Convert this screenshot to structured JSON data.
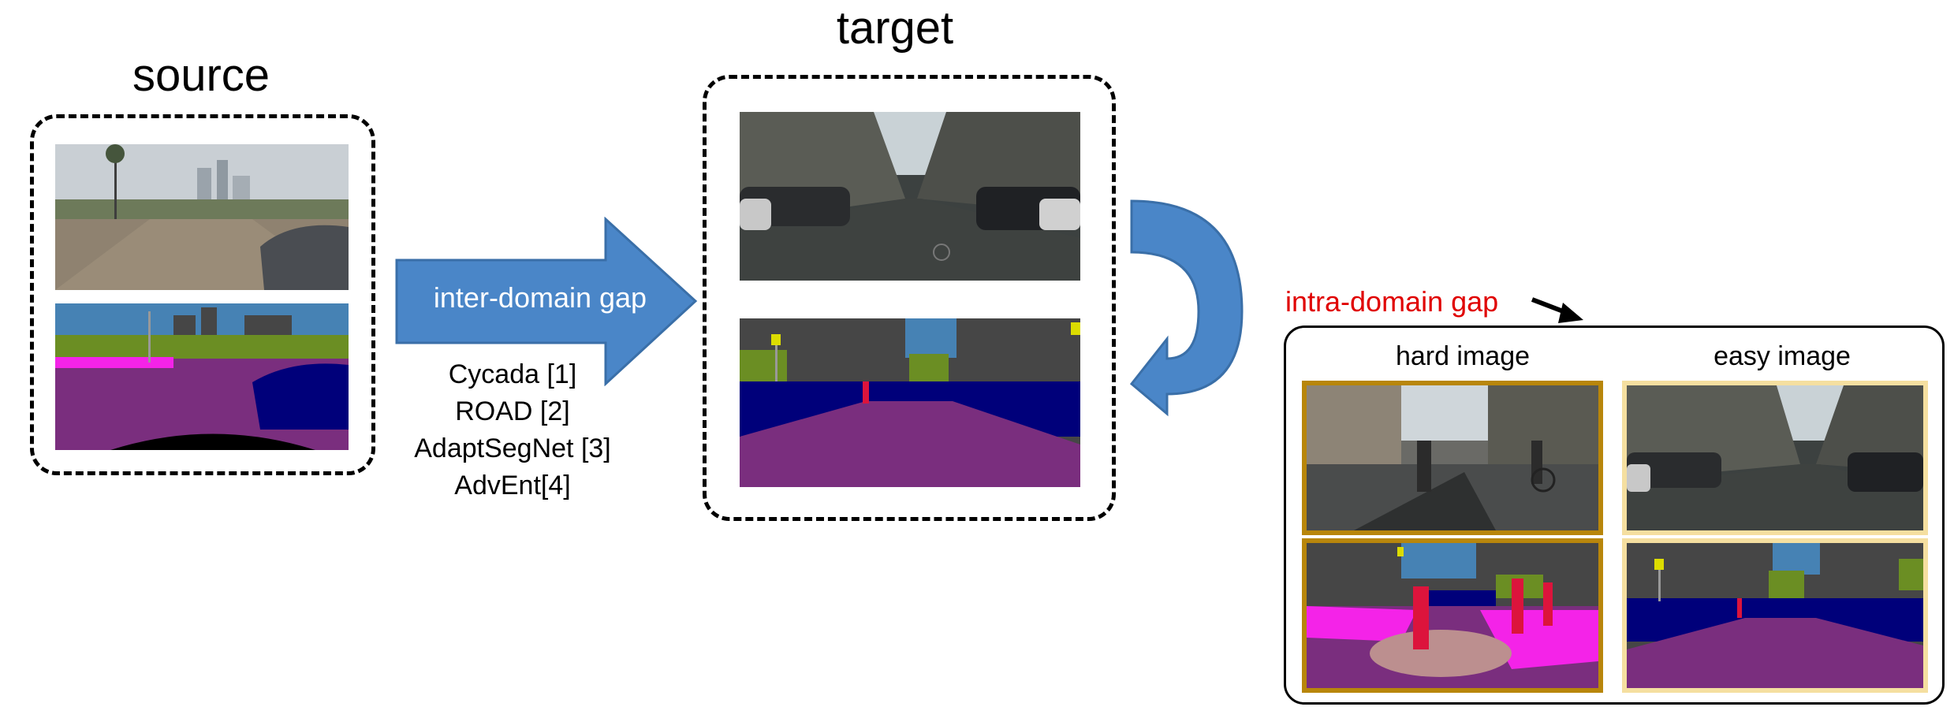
{
  "source_title": "source",
  "target_title": "target",
  "inter_arrow_label": "inter-domain gap",
  "inter_methods": [
    "Cycada [1]",
    "ROAD [2]",
    "AdaptSegNet [3]",
    "AdvEnt[4]"
  ],
  "intra_label": "intra-domain gap",
  "hard_label": "hard image",
  "easy_label": "easy image",
  "colors": {
    "arrow_blue": "#4a86c8",
    "intra_red": "#e00000",
    "hard_frame": "#b8860b",
    "easy_frame": "#f5dfa0",
    "seg_road": "#7a2e7e",
    "seg_car": "#00007a",
    "seg_building": "#464646",
    "seg_sky": "#4682b4",
    "seg_vegetation": "#6b8e23",
    "seg_sidewalk": "#f423e8",
    "seg_person": "#dc143c"
  }
}
